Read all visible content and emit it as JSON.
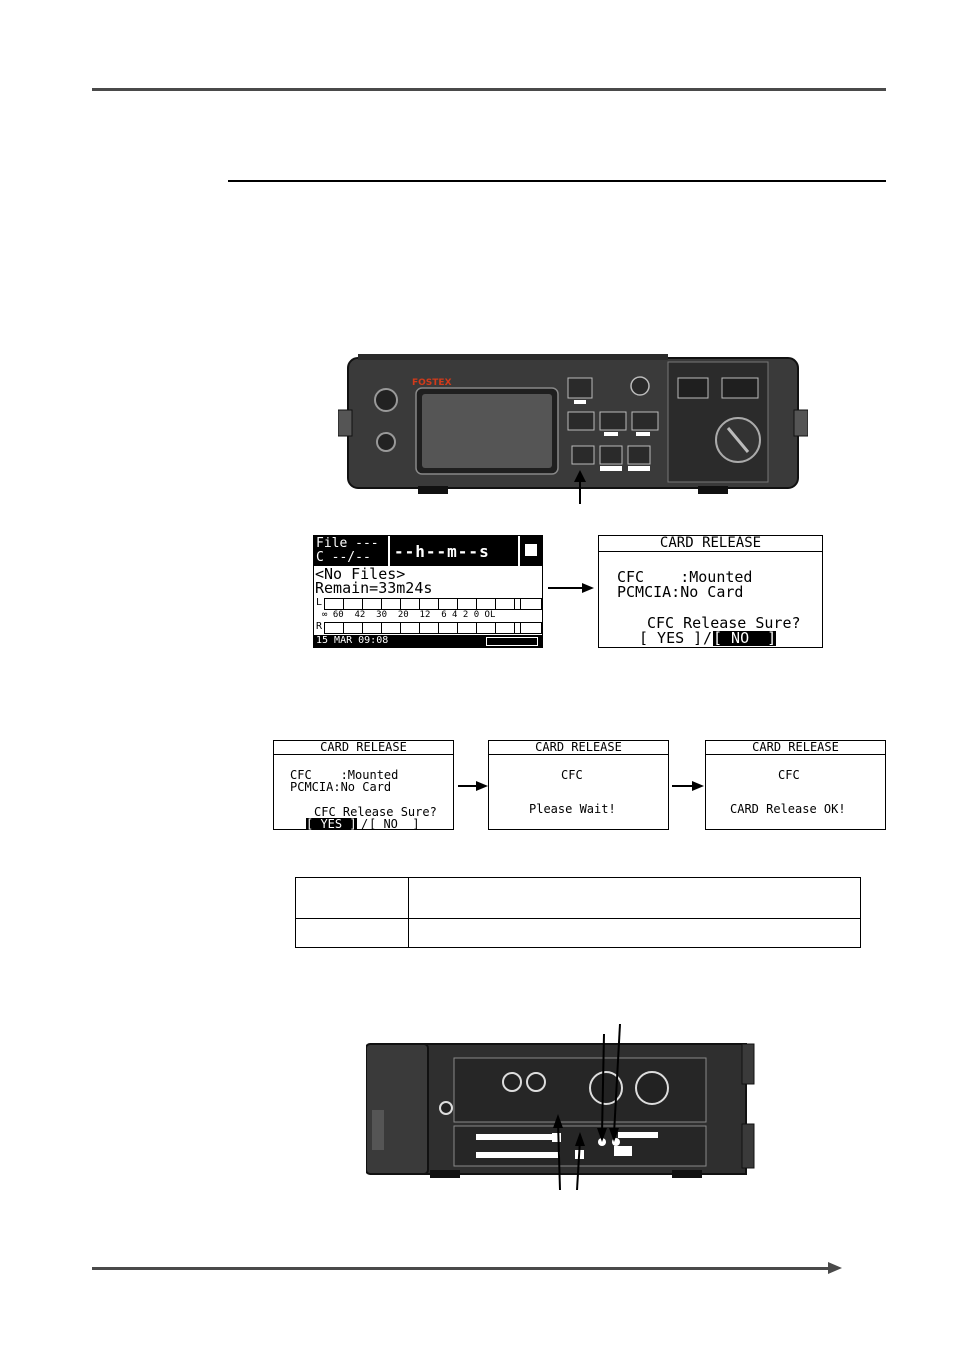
{
  "device_front": {
    "brand_label": "FOSTEX"
  },
  "status_screen": {
    "file_line1": "File ---",
    "file_line2": "C --/--",
    "time_display": "--h--m--s",
    "no_files": "<No Files>",
    "remain": "Remain=33m24s",
    "meter_left": "L",
    "meter_right": "R",
    "meter_scale": "∞ 60  42  30  20  12  6 4 2 0 OL",
    "date_time": "15 MAR 09:08"
  },
  "screen_release_prompt": {
    "title": "CARD RELEASE",
    "cfc_line": "CFC    :Mounted",
    "pcmcia_line": "PCMCIA:No Card",
    "question": "CFC Release Sure?",
    "yes": "[ YES ]",
    "slash": "/",
    "no": "[ NO  ]"
  },
  "screen_yes_selected": {
    "title": "CARD RELEASE",
    "cfc_line": "CFC    :Mounted",
    "pcmcia_line": "PCMCIA:No Card",
    "question": "CFC Release Sure?",
    "yes": "[ YES ]",
    "slash": "/",
    "no": "[ NO  ]"
  },
  "screen_wait": {
    "title": "CARD RELEASE",
    "cfc": "CFC",
    "message": "Please Wait!"
  },
  "screen_ok": {
    "title": "CARD RELEASE",
    "cfc": "CFC",
    "message": "CARD Release OK!"
  },
  "colors": {
    "rule": "#4a4a4a",
    "device_body": "#3a3a3a",
    "device_panel": "#1f1f1f",
    "brand": "#d23a1a"
  }
}
